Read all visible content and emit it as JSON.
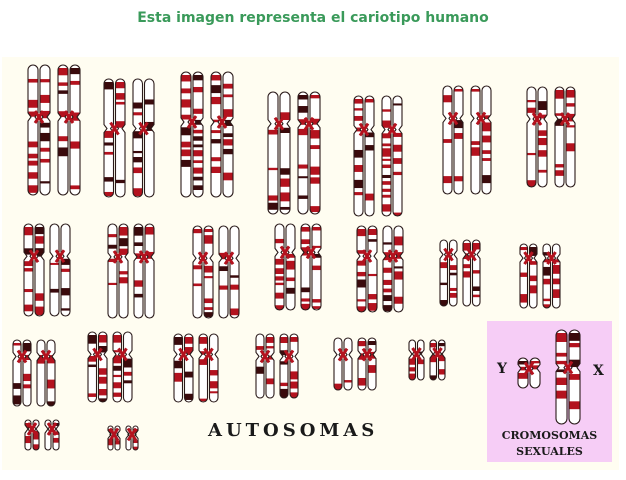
{
  "title": "Esta imagen representa el cariotipo humano",
  "autosomes_label": "AUTOSOMAS",
  "sex_chromosomes": {
    "label_line1": "CROMOSOMAS",
    "label_line2": "SEXUALES",
    "y_label": "Y",
    "x_label": "X"
  },
  "colors": {
    "title": "#3a9a5a",
    "panel": "#fffdf1",
    "sex_box": "#f6cdf6",
    "band_red": "#b3121e",
    "band_dark": "#3a0a0c",
    "outline": "#2a1a1a"
  }
}
